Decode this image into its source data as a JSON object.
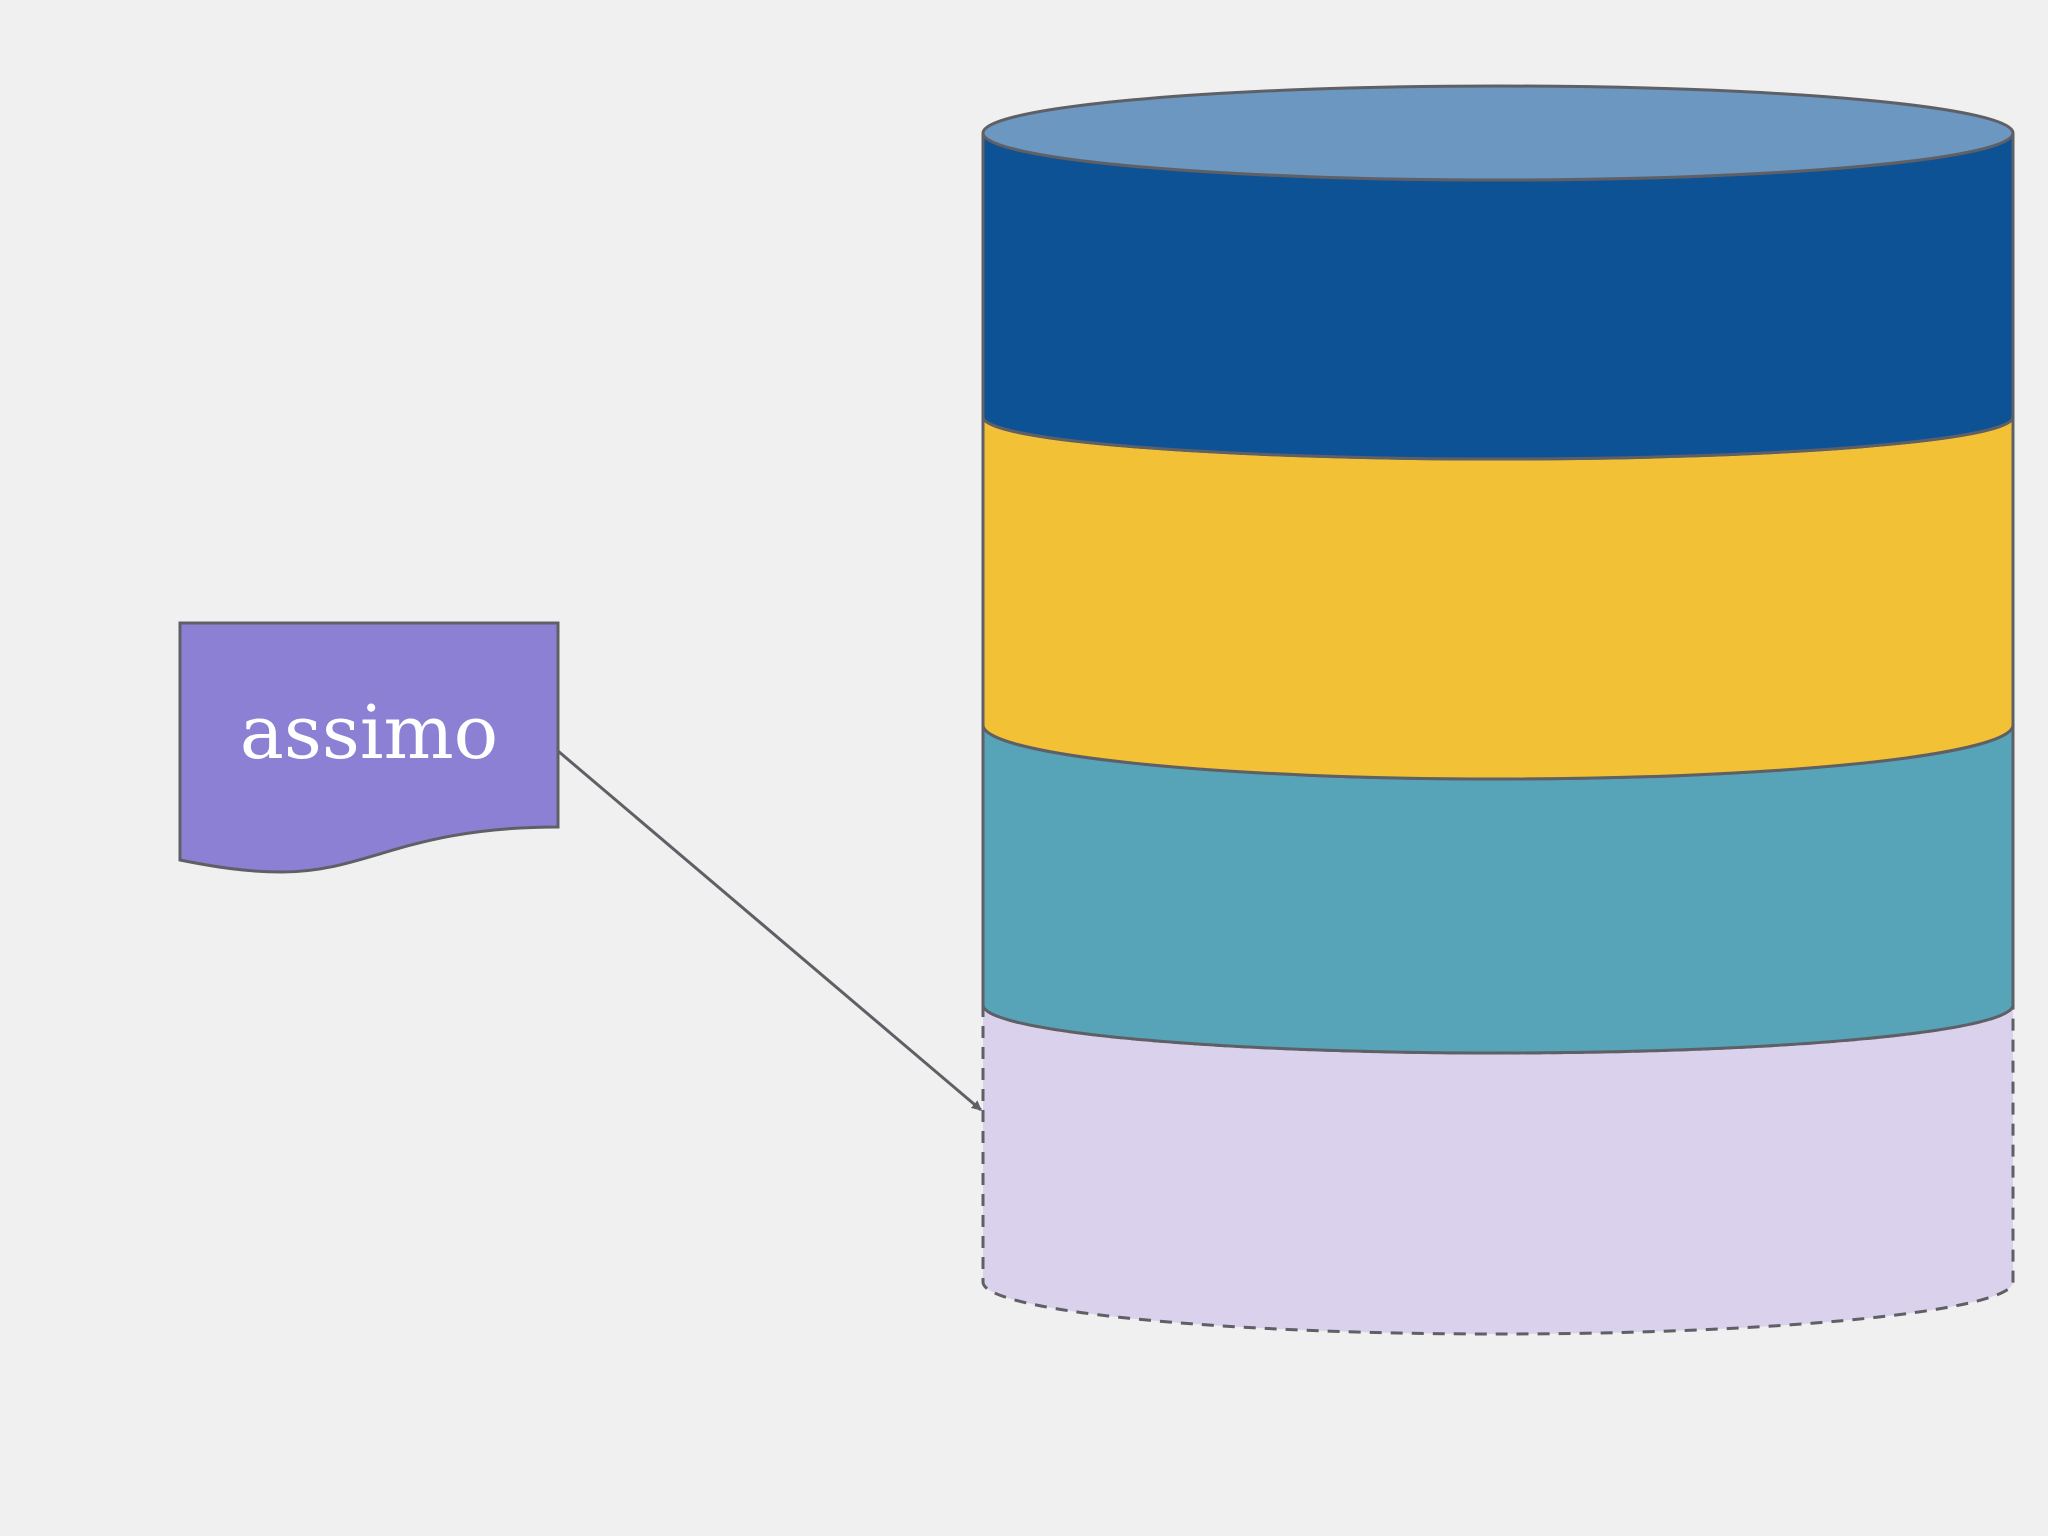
{
  "document": {
    "label": "assimo"
  },
  "colors": {
    "background": "#f0f0f1",
    "stroke": "#5f5f66",
    "document_fill": "#8b80d3",
    "cylinder_top": "#6b97c0",
    "layer_1": "#0d5294",
    "layer_2": "#f2c135",
    "layer_3": "#57a3b8",
    "layer_4_empty": "#dad2ec"
  },
  "cylinder": {
    "layers": [
      "blue",
      "yellow",
      "teal",
      "empty-dashed"
    ]
  }
}
